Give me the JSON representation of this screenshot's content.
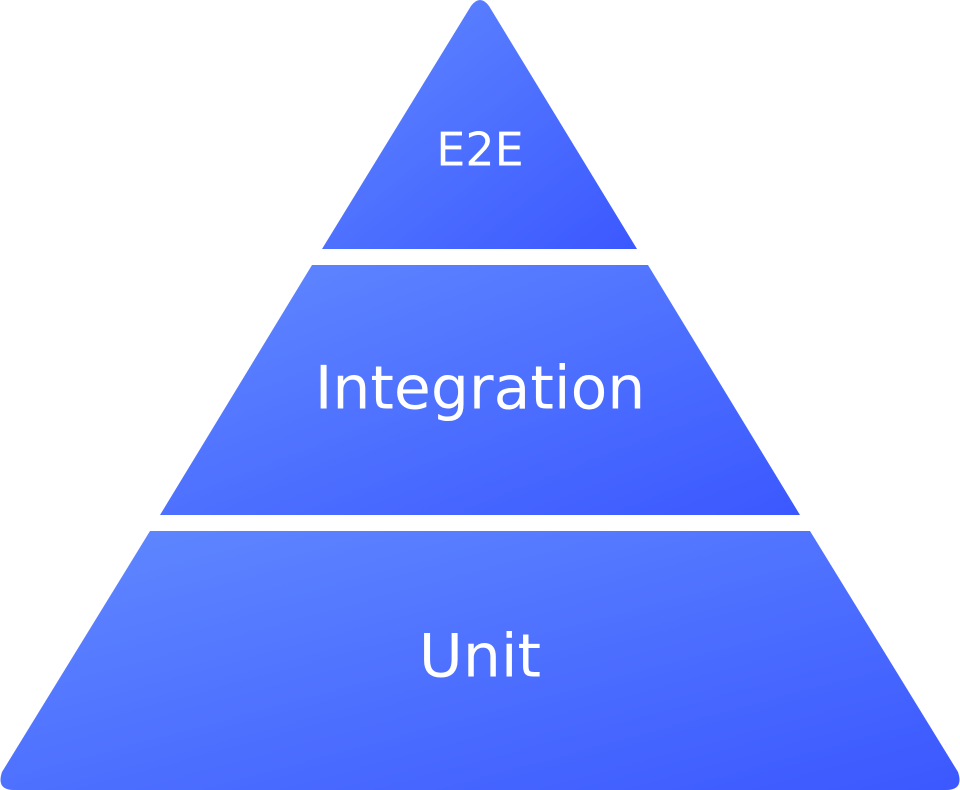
{
  "diagram": {
    "type": "pyramid",
    "tiers": [
      {
        "label": "E2E"
      },
      {
        "label": "Integration"
      },
      {
        "label": "Unit"
      }
    ],
    "colors": {
      "gradient_start": "#6189ff",
      "gradient_end": "#3b58ff",
      "text": "#ffffff"
    }
  }
}
